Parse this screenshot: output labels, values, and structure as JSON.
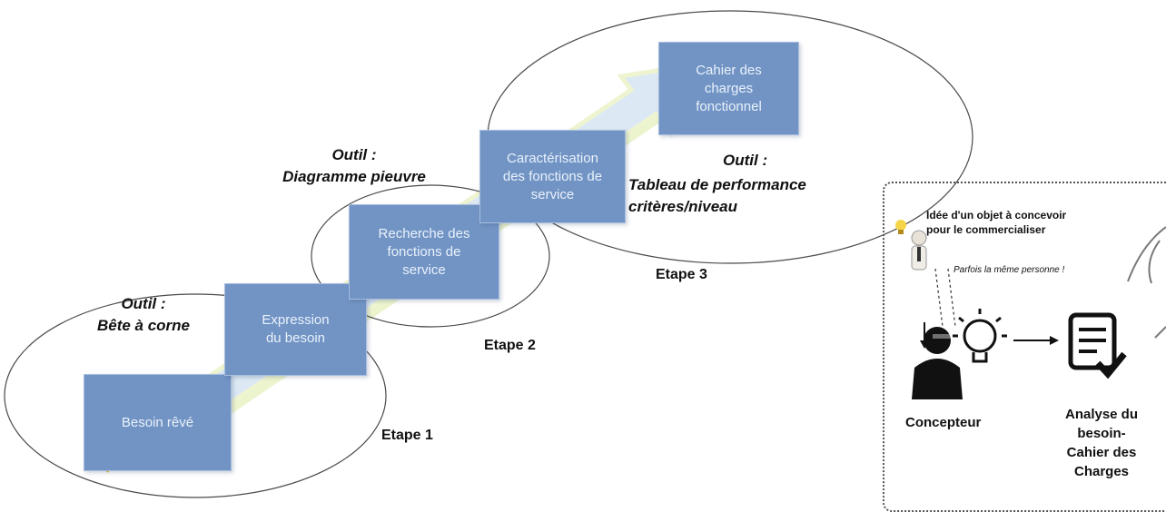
{
  "boxes": {
    "b1": "Besoin rêvé",
    "b2": "Expression\ndu besoin",
    "b3": "Recherche des\nfonctions de\nservice",
    "b4": "Caractérisation\ndes fonctions de\nservice",
    "b5": "Cahier des\ncharges\nfonctionnel"
  },
  "tools": {
    "t1": "Outil :\nBête à corne",
    "t2": "Outil :\nDiagramme pieuvre",
    "t3_line1": "Outil :",
    "t3_line2": "Tableau de performance\ncritères/niveau"
  },
  "stages": {
    "s1": "Etape 1",
    "s2": "Etape 2",
    "s3": "Etape 3"
  },
  "panel": {
    "idea_text": "Idée d'un objet à concevoir\npour le commercialiser",
    "note": "Parfois la même personne !",
    "concepteur": "Concepteur",
    "analyse": "Analyse du\nbesoin-\nCahier des\nCharges"
  },
  "colors": {
    "box_fill": "#7194c4",
    "arrow_fill": "#dcebf5",
    "arrow_glow": "#e9f2b8"
  }
}
